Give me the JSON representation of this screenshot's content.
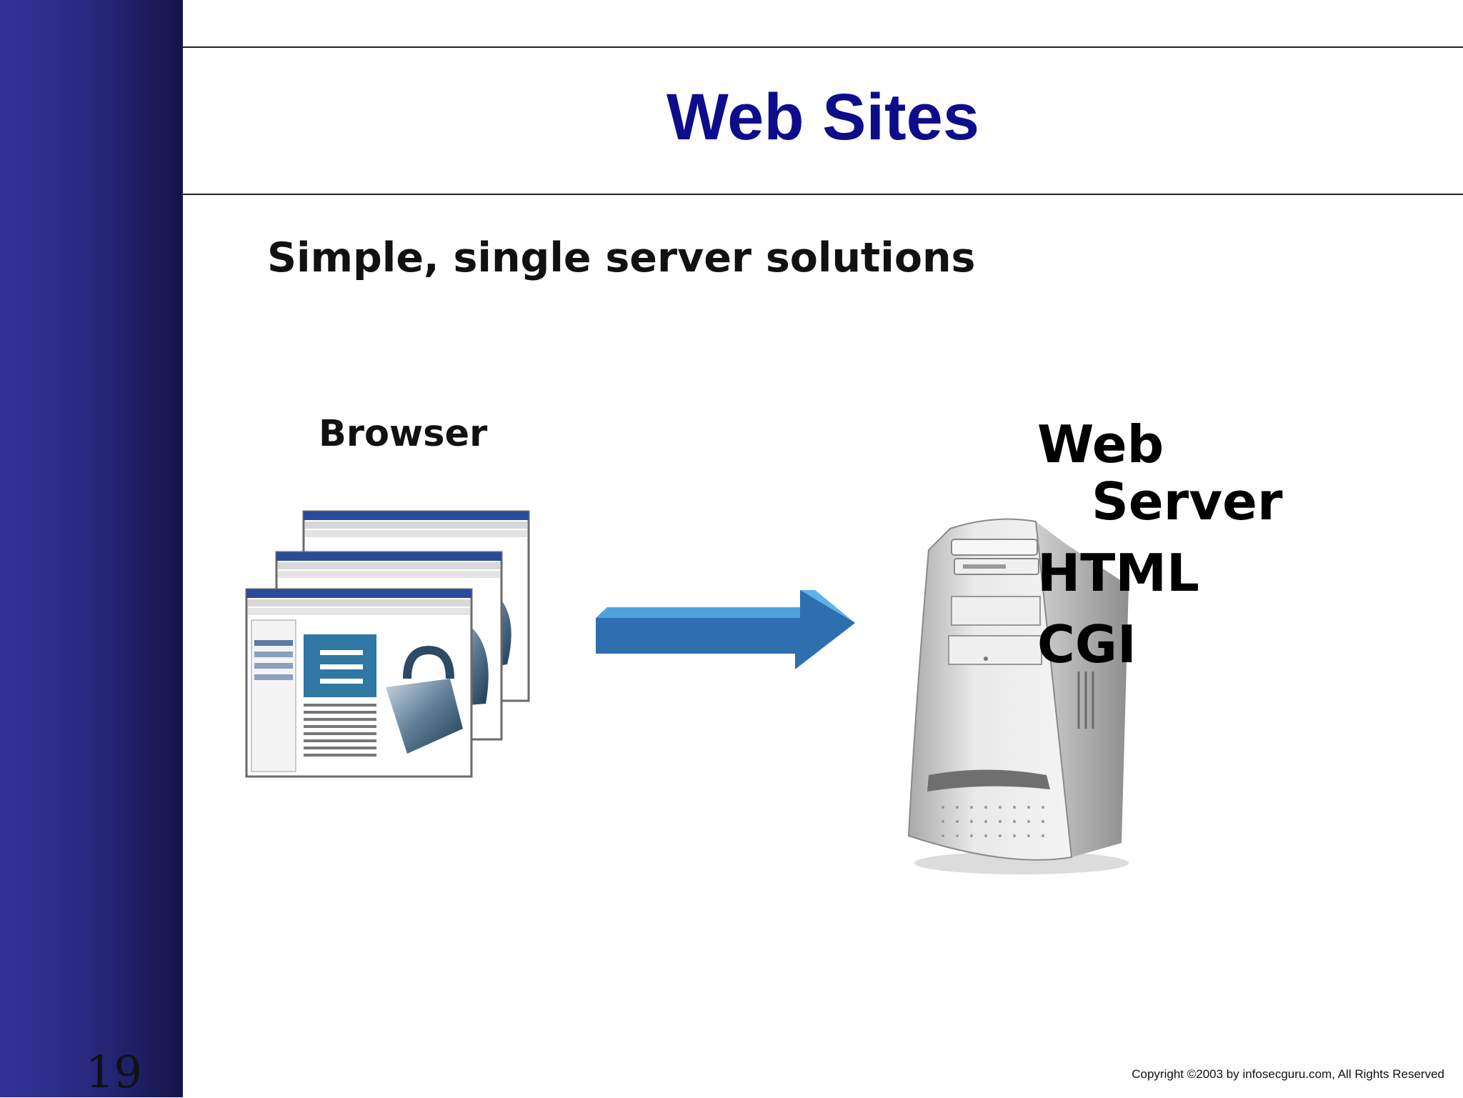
{
  "slide": {
    "number": "19",
    "title": "Web Sites",
    "subtitle": "Simple, single server solutions",
    "copyright": "Copyright  ©2003 by infosecguru.com, All Rights Reserved"
  },
  "diagram": {
    "client_label": "Browser",
    "server_label_line1": "Web",
    "server_label_line2": "Server",
    "server_items": [
      "HTML",
      "CGI"
    ],
    "icons": {
      "client": "browser-windows-icon",
      "connector": "right-arrow-icon",
      "server": "server-tower-icon"
    },
    "colors": {
      "title": "#0d0d8c",
      "arrow_top": "#4fa3dc",
      "arrow_face": "#2e6fb0",
      "sidebar": "#2a2a82"
    }
  }
}
